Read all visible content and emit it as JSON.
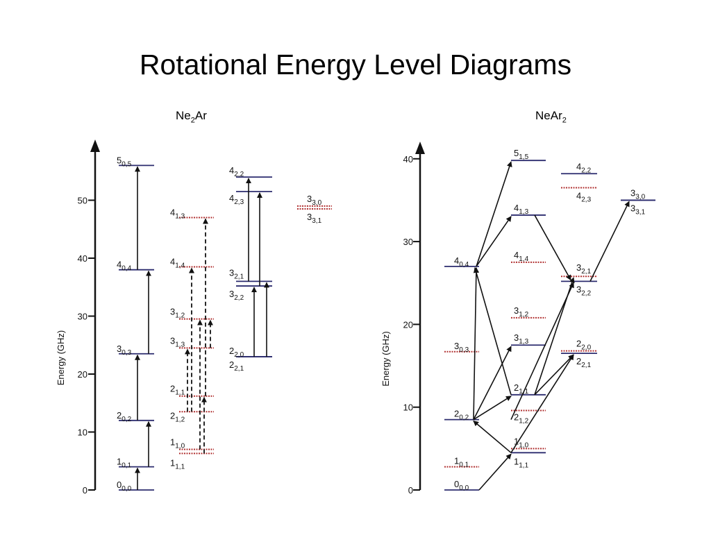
{
  "title": "Rotational Energy Level Diagrams",
  "colors": {
    "solid_level": "#2b2b6e",
    "dashed_level": "#b03030",
    "ink": "#111111"
  },
  "diagrams": [
    {
      "name_base": "Ne",
      "name_sub": "2",
      "name_tail": "Ar",
      "axis_label": "Energy (GHz)",
      "ticks": [
        0,
        10,
        20,
        30,
        40,
        50
      ],
      "levels": [
        {
          "id": "L0",
          "J": "0",
          "sub": "0,0",
          "energy": 0,
          "style": "solid"
        },
        {
          "id": "L1",
          "J": "1",
          "sub": "0,1",
          "energy": 4,
          "style": "solid"
        },
        {
          "id": "L2",
          "J": "2",
          "sub": "0,2",
          "energy": 12,
          "style": "solid"
        },
        {
          "id": "L3",
          "J": "3",
          "sub": "0,3",
          "energy": 23.5,
          "style": "solid"
        },
        {
          "id": "L4",
          "J": "4",
          "sub": "0,4",
          "energy": 38,
          "style": "solid"
        },
        {
          "id": "L5",
          "J": "5",
          "sub": "0,5",
          "energy": 56,
          "style": "solid"
        },
        {
          "id": "L6",
          "J": "1",
          "sub": "1,1",
          "energy": 6.3,
          "style": "dashed"
        },
        {
          "id": "L7",
          "J": "1",
          "sub": "1,0",
          "energy": 7,
          "style": "dashed"
        },
        {
          "id": "L8",
          "J": "2",
          "sub": "1,2",
          "energy": 13.5,
          "style": "dashed"
        },
        {
          "id": "L9",
          "J": "2",
          "sub": "1,1",
          "energy": 16.2,
          "style": "dashed"
        },
        {
          "id": "L10",
          "J": "3",
          "sub": "1,3",
          "energy": 24.5,
          "style": "dashed"
        },
        {
          "id": "L11",
          "J": "3",
          "sub": "1,2",
          "energy": 29.5,
          "style": "dashed"
        },
        {
          "id": "L12",
          "J": "4",
          "sub": "1,4",
          "energy": 38.5,
          "style": "dashed"
        },
        {
          "id": "L13",
          "J": "4",
          "sub": "1,3",
          "energy": 47,
          "style": "dashed"
        },
        {
          "id": "L14",
          "J": "2",
          "sub": "2,1",
          "energy": 23,
          "style": "solid"
        },
        {
          "id": "L15",
          "J": "2",
          "sub": "2,0",
          "energy": 23,
          "style": "solid"
        },
        {
          "id": "L16",
          "J": "3",
          "sub": "2,2",
          "energy": 35.2,
          "style": "solid"
        },
        {
          "id": "L17",
          "J": "3",
          "sub": "2,1",
          "energy": 36,
          "style": "solid"
        },
        {
          "id": "L18",
          "J": "4",
          "sub": "2,3",
          "energy": 51.5,
          "style": "solid"
        },
        {
          "id": "L19",
          "J": "4",
          "sub": "2,2",
          "energy": 54,
          "style": "solid"
        },
        {
          "id": "L20",
          "J": "3",
          "sub": "3,1",
          "energy": 48.5,
          "style": "dashed"
        },
        {
          "id": "L21",
          "J": "3",
          "sub": "3,0",
          "energy": 49,
          "style": "dashed"
        }
      ],
      "transitions": [
        {
          "from": "L0",
          "to": "L1",
          "style": "solid"
        },
        {
          "from": "L1",
          "to": "L2",
          "style": "solid"
        },
        {
          "from": "L2",
          "to": "L3",
          "style": "solid"
        },
        {
          "from": "L3",
          "to": "L4",
          "style": "solid"
        },
        {
          "from": "L4",
          "to": "L5",
          "style": "solid"
        },
        {
          "from": "L6",
          "to": "L9",
          "style": "dashed"
        },
        {
          "from": "L7",
          "to": "L11",
          "style": "dashed"
        },
        {
          "from": "L8",
          "to": "L12",
          "style": "dashed"
        },
        {
          "from": "L9",
          "to": "L13",
          "style": "dashed"
        },
        {
          "from": "L10",
          "to": "L11",
          "style": "dashed"
        },
        {
          "from": "L8",
          "to": "L10",
          "style": "dashed"
        },
        {
          "from": "L14",
          "to": "L16",
          "style": "solid"
        },
        {
          "from": "L15",
          "to": "L17",
          "style": "solid"
        },
        {
          "from": "L16",
          "to": "L18",
          "style": "solid"
        },
        {
          "from": "L17",
          "to": "L19",
          "style": "solid"
        }
      ]
    },
    {
      "name_base": "NeAr",
      "name_sub": "2",
      "name_tail": "",
      "axis_label": "Energy (GHz)",
      "ticks": [
        0,
        10,
        20,
        30,
        40
      ],
      "levels": [
        {
          "id": "R0",
          "J": "0",
          "sub": "0,0",
          "energy": 0,
          "style": "solid"
        },
        {
          "id": "R1",
          "J": "1",
          "sub": "0,1",
          "energy": 2.8,
          "style": "dashed"
        },
        {
          "id": "R2",
          "J": "2",
          "sub": "0,2",
          "energy": 8.5,
          "style": "solid"
        },
        {
          "id": "R3",
          "J": "3",
          "sub": "0,3",
          "energy": 16.7,
          "style": "dashed"
        },
        {
          "id": "R4",
          "J": "4",
          "sub": "0,4",
          "energy": 27,
          "style": "solid"
        },
        {
          "id": "R5",
          "J": "1",
          "sub": "1,1",
          "energy": 4.5,
          "style": "solid"
        },
        {
          "id": "R6",
          "J": "1",
          "sub": "1,0",
          "energy": 5,
          "style": "dashed"
        },
        {
          "id": "R7",
          "J": "2",
          "sub": "1,2",
          "energy": 9.6,
          "style": "dashed"
        },
        {
          "id": "R8",
          "J": "2",
          "sub": "1,1",
          "energy": 11.5,
          "style": "solid"
        },
        {
          "id": "R9",
          "J": "3",
          "sub": "1,3",
          "energy": 17.5,
          "style": "solid"
        },
        {
          "id": "R10",
          "J": "3",
          "sub": "1,2",
          "energy": 20.8,
          "style": "dashed"
        },
        {
          "id": "R11",
          "J": "4",
          "sub": "1,4",
          "energy": 27.5,
          "style": "dashed"
        },
        {
          "id": "R12",
          "J": "4",
          "sub": "1,3",
          "energy": 33.2,
          "style": "solid"
        },
        {
          "id": "R13",
          "J": "5",
          "sub": "1,5",
          "energy": 39.8,
          "style": "solid"
        },
        {
          "id": "R14",
          "J": "2",
          "sub": "2,1",
          "energy": 16.5,
          "style": "solid"
        },
        {
          "id": "R15",
          "J": "2",
          "sub": "2,0",
          "energy": 16.8,
          "style": "dashed"
        },
        {
          "id": "R16",
          "J": "3",
          "sub": "2,2",
          "energy": 25.2,
          "style": "solid"
        },
        {
          "id": "R17",
          "J": "3",
          "sub": "2,1",
          "energy": 25.8,
          "style": "dashed"
        },
        {
          "id": "R18",
          "J": "4",
          "sub": "2,3",
          "energy": 36.5,
          "style": "dashed"
        },
        {
          "id": "R19",
          "J": "4",
          "sub": "2,2",
          "energy": 38.2,
          "style": "solid"
        },
        {
          "id": "R20",
          "J": "3",
          "sub": "3,1",
          "energy": 35,
          "style": "solid"
        },
        {
          "id": "R21",
          "J": "3",
          "sub": "3,0",
          "energy": 35,
          "style": "solid"
        }
      ],
      "transitions": [
        {
          "from": "R0",
          "to": "R5",
          "style": "solid"
        },
        {
          "from": "R5",
          "to": "R2",
          "style": "solid"
        },
        {
          "from": "R2",
          "to": "R9",
          "style": "solid"
        },
        {
          "from": "R2",
          "to": "R8",
          "style": "solid"
        },
        {
          "from": "R5",
          "to": "R14",
          "style": "solid"
        },
        {
          "from": "R2",
          "to": "R4",
          "style": "solid"
        },
        {
          "from": "R8",
          "to": "R4",
          "style": "solid"
        },
        {
          "from": "R4",
          "to": "R13",
          "style": "solid"
        },
        {
          "from": "R4",
          "to": "R12",
          "style": "solid"
        },
        {
          "from": "R12",
          "to": "R16",
          "style": "solid"
        },
        {
          "from": "R2",
          "to": "R16",
          "style": "solid"
        },
        {
          "from": "R8",
          "to": "R17",
          "style": "solid"
        },
        {
          "from": "R8",
          "to": "R14",
          "style": "solid"
        },
        {
          "from": "R16",
          "to": "R20",
          "style": "solid"
        }
      ]
    }
  ]
}
